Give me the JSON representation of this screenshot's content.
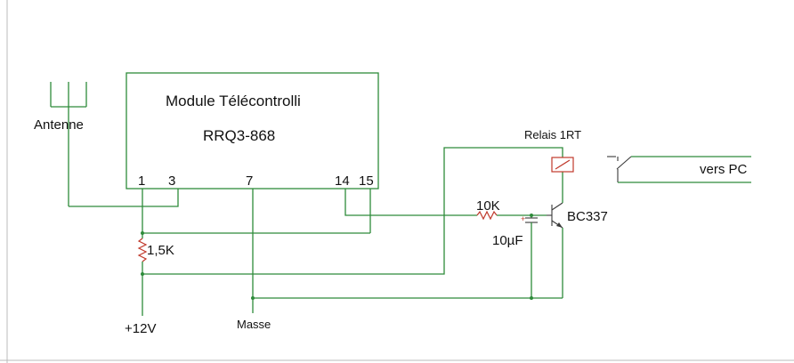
{
  "diagram": {
    "module": {
      "title": "Module Télécontrolli",
      "part": "RRQ3-868",
      "pins": [
        "1",
        "3",
        "7",
        "14",
        "15"
      ]
    },
    "labels": {
      "antenna": "Antenne",
      "relay": "Relais 1RT",
      "output": "vers PC",
      "resistor_10k": "10K",
      "capacitor": "10µF",
      "transistor": "BC337",
      "resistor_1k5": "1,5K",
      "supply": "+12V",
      "ground": "Masse"
    },
    "colors": {
      "wire": "#2e8b3a",
      "component": "#3a3a3a",
      "resistor": "#c0392b",
      "text": "#111111"
    }
  }
}
